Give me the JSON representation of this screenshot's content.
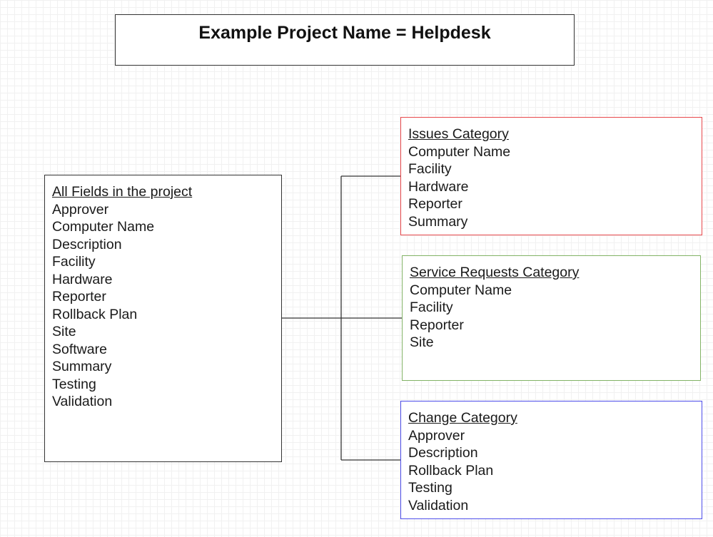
{
  "title": "Example Project Name = Helpdesk",
  "colors": {
    "issues_border": "#e8484c",
    "service_requests_border": "#82b366",
    "change_border": "#4d4dea",
    "all_fields_border": "#333333"
  },
  "all_fields": {
    "heading": "All Fields in the project",
    "items": [
      "Approver",
      "Computer Name",
      "Description",
      "Facility",
      "Hardware",
      "Reporter",
      "Rollback Plan",
      "Site",
      "Software",
      "Summary",
      "Testing",
      "Validation"
    ]
  },
  "categories": [
    {
      "id": "issues",
      "heading": "Issues Category",
      "items": [
        "Computer Name",
        "Facility",
        "Hardware",
        "Reporter",
        "Summary"
      ]
    },
    {
      "id": "service",
      "heading": "Service Requests Category",
      "items": [
        "Computer Name",
        "Facility",
        "Reporter",
        "Site"
      ]
    },
    {
      "id": "change",
      "heading": "Change Category",
      "items": [
        "Approver",
        "Description",
        "Rollback Plan",
        "Testing",
        "Validation"
      ]
    }
  ]
}
